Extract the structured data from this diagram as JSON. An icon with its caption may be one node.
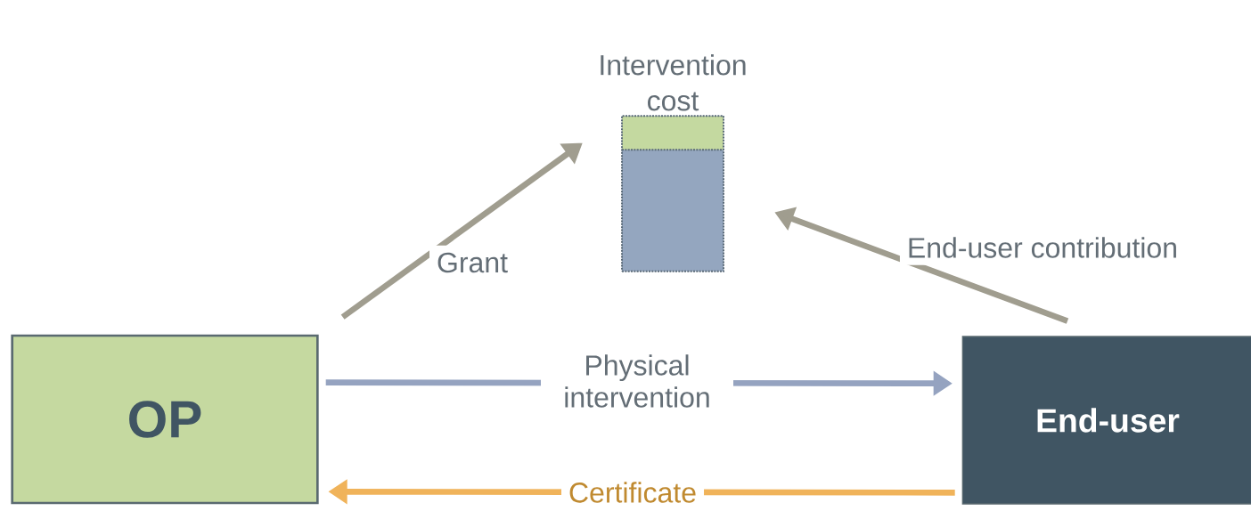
{
  "diagram": {
    "nodes": [
      {
        "text": [
          "Intervention cost"
        ]
      },
      {
        "text": [
          "OP"
        ]
      },
      {
        "text": [
          "End-user"
        ]
      }
    ],
    "edges": [
      {
        "from": 1,
        "to": 0,
        "arrow": "to",
        "label": "Grant"
      },
      {
        "from": 2,
        "to": 0,
        "arrow": "to",
        "label": "End-user contribution"
      },
      {
        "from": 1,
        "to": 2,
        "arrow": "to",
        "label": "Physical intervention",
        "color": "#95a3c0"
      },
      {
        "from": 2,
        "to": 1,
        "arrow": "to",
        "label": "Certificate",
        "color": "#f0b35a"
      }
    ]
  }
}
